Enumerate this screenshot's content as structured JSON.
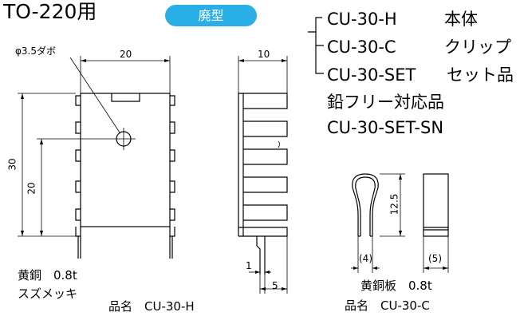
{
  "header": {
    "title": "TO-220用",
    "badge": "廃型"
  },
  "models": {
    "items": [
      {
        "code": "CU-30-H",
        "name": "本体"
      },
      {
        "code": "CU-30-C",
        "name": "クリップ"
      },
      {
        "code": "CU-30-SET",
        "name": "セット品"
      }
    ],
    "leadfree_label": "鉛フリー対応品",
    "leadfree_code": "CU-30-SET-SN"
  },
  "drawing_h": {
    "hole_label": "φ3.5ダボ",
    "dim_width": "20",
    "dim_height": "30",
    "dim_hole_height": "20",
    "side_dim_width": "10",
    "side_dim_pin": "1",
    "side_dim_pin_offset": "5",
    "material": "黄銅　0.8t",
    "finish": "スズメッキ",
    "part_name": "品名　CU-30-H"
  },
  "drawing_c": {
    "dim_height": "12.5",
    "dim_inner": "(4)",
    "dim_side": "(5)",
    "material": "黄銅板　0.8t",
    "part_name": "品名　CU-30-C"
  }
}
